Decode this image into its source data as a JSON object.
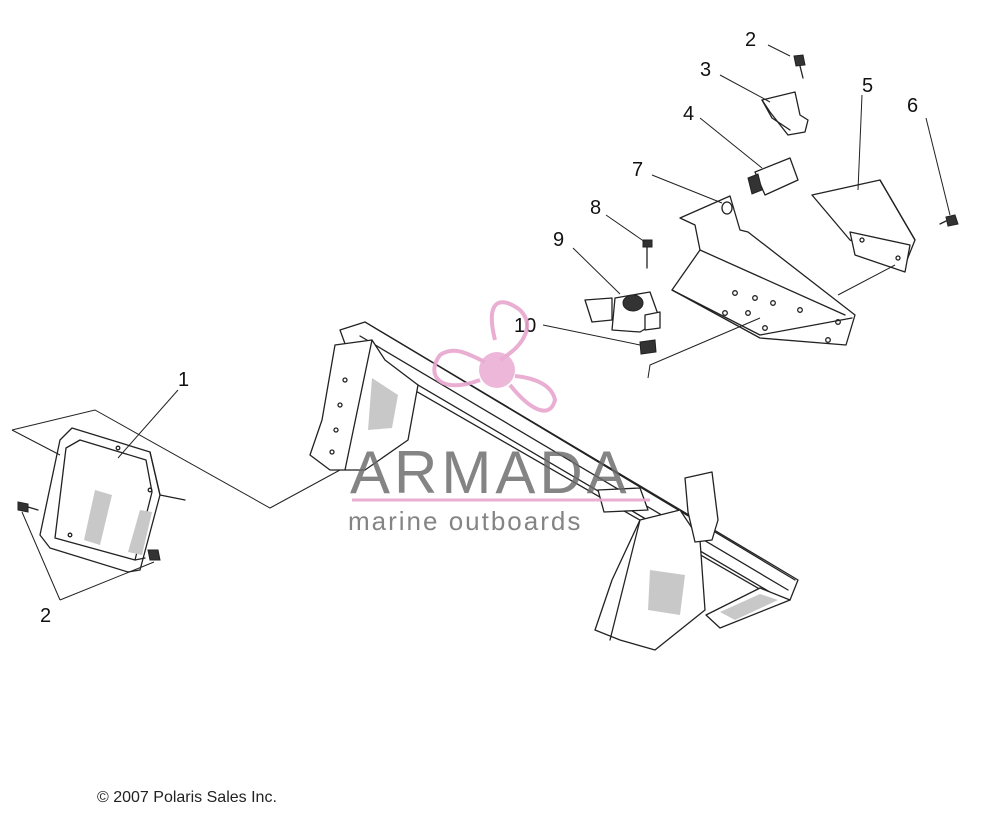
{
  "diagram": {
    "callouts": [
      {
        "id": "c2a",
        "label": "2"
      },
      {
        "id": "c3",
        "label": "3"
      },
      {
        "id": "c4",
        "label": "4"
      },
      {
        "id": "c5",
        "label": "5"
      },
      {
        "id": "c6",
        "label": "6"
      },
      {
        "id": "c7",
        "label": "7"
      },
      {
        "id": "c8",
        "label": "8"
      },
      {
        "id": "c9",
        "label": "9"
      },
      {
        "id": "c10",
        "label": "10"
      },
      {
        "id": "c1",
        "label": "1"
      },
      {
        "id": "c2b",
        "label": "2"
      }
    ]
  },
  "watermark": {
    "brand": "ARMADA",
    "tagline": "marine outboards",
    "accent_color": "#e8a6cf",
    "text_color": "#6b6b6b"
  },
  "footer": {
    "copyright": "© 2007 Polaris Sales Inc."
  }
}
